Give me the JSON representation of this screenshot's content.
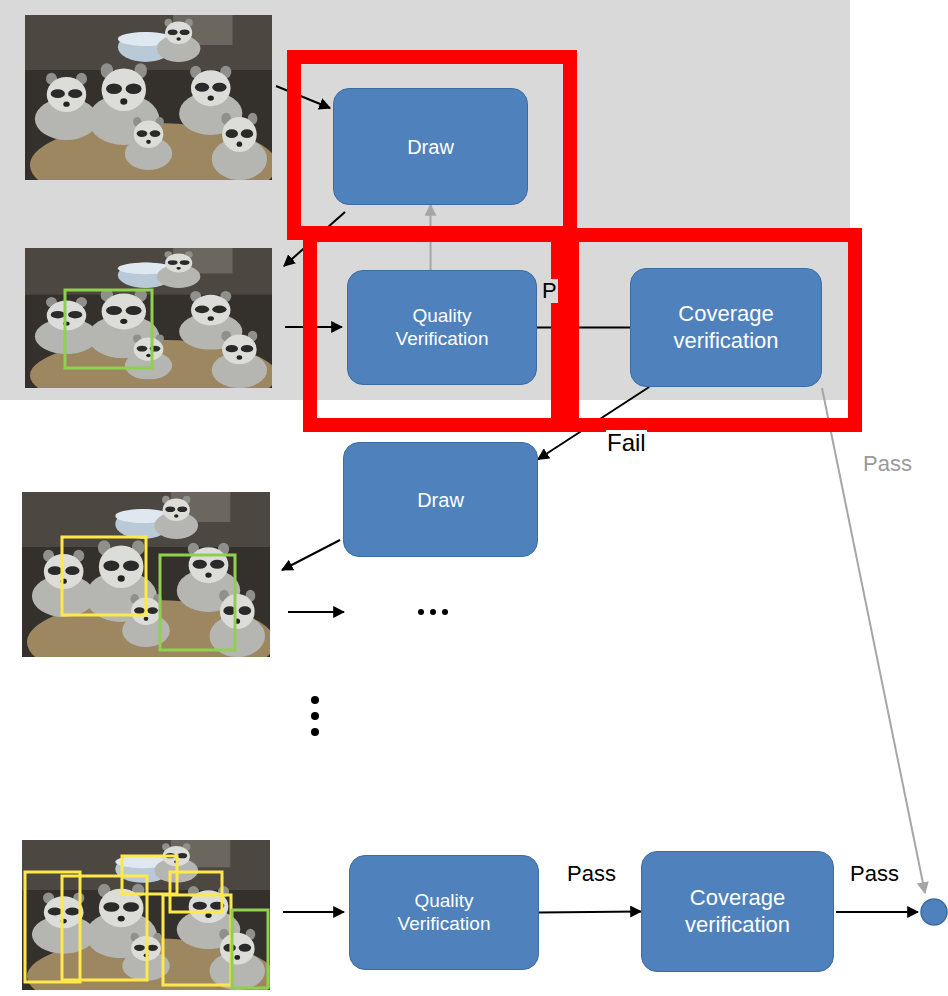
{
  "diagram": {
    "nodes": [
      {
        "text": [
          "Draw"
        ]
      },
      {
        "text": [
          "Quality Verification"
        ]
      },
      {
        "text": [
          "Coverage verification"
        ]
      },
      {
        "text": [
          "Draw"
        ]
      },
      {
        "text": [
          "Quality Verification"
        ]
      },
      {
        "text": [
          "Coverage verification"
        ]
      }
    ],
    "edges": [
      {
        "from": 1,
        "to": 0,
        "arrow": "to"
      },
      {
        "from": 1,
        "to": 2,
        "label": "P",
        "arrow": "none"
      },
      {
        "from": 2,
        "to": 3,
        "label": "Fail",
        "arrow": "to"
      },
      {
        "from": 4,
        "to": 5,
        "label": "Pass",
        "arrow": "to"
      }
    ],
    "labels": [
      "Pass",
      "Pass"
    ]
  }
}
